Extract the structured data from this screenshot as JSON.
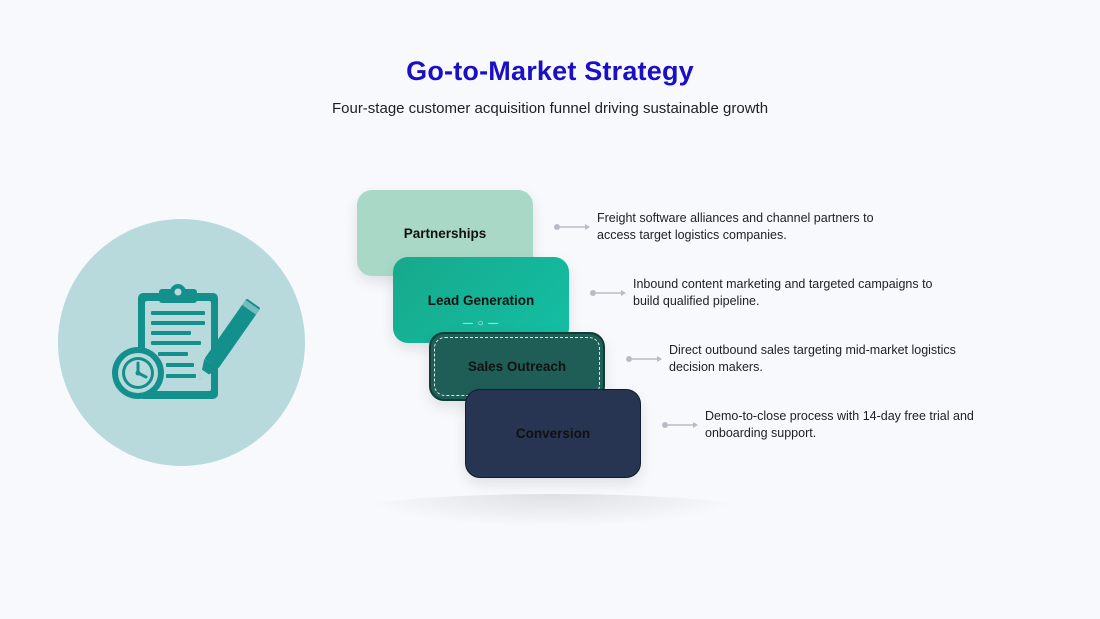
{
  "header": {
    "title": "Go-to-Market Strategy",
    "subtitle": "Four-stage customer acquisition funnel driving sustainable growth"
  },
  "illustration": {
    "icon": "clipboard-with-clock-and-pencil-icon",
    "circle_color": "#b8dadd",
    "icon_color": "#14908c"
  },
  "stages": [
    {
      "label": "Partnerships",
      "description": "Freight software alliances and channel partners to access target logistics companies.",
      "color": "#a9d9c6"
    },
    {
      "label": "Lead Generation",
      "description": "Inbound content marketing and targeted campaigns to build qualified pipeline.",
      "color": "#17b096"
    },
    {
      "label": "Sales Outreach",
      "description": "Direct outbound sales targeting mid-market logistics decision makers.",
      "color": "#1f5e57"
    },
    {
      "label": "Conversion",
      "description": "Demo-to-close process with 14-day free trial and onboarding support.",
      "color": "#283552"
    }
  ],
  "colors": {
    "title": "#1a0fc4",
    "connector": "#b9bcc7"
  }
}
